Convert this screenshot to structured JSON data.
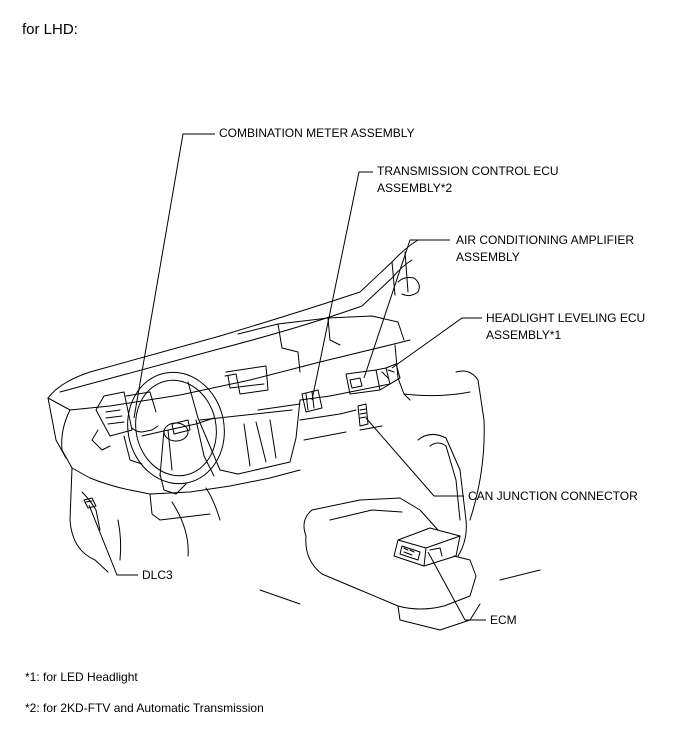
{
  "heading": "for LHD:",
  "labels": {
    "combination_meter": "COMBINATION METER ASSEMBLY",
    "transmission_ecu_line1": "TRANSMISSION CONTROL ECU",
    "transmission_ecu_line2": "ASSEMBLY*2",
    "air_conditioning_line1": "AIR CONDITIONING AMPLIFIER",
    "air_conditioning_line2": "ASSEMBLY",
    "headlight_leveling_line1": "HEADLIGHT LEVELING ECU",
    "headlight_leveling_line2": "ASSEMBLY*1",
    "can_junction": "CAN JUNCTION CONNECTOR",
    "dlc3": "DLC3",
    "ecm": "ECM"
  },
  "notes": {
    "note1": "*1: for LED Headlight",
    "note2": "*2: for 2KD-FTV and Automatic Transmission"
  }
}
